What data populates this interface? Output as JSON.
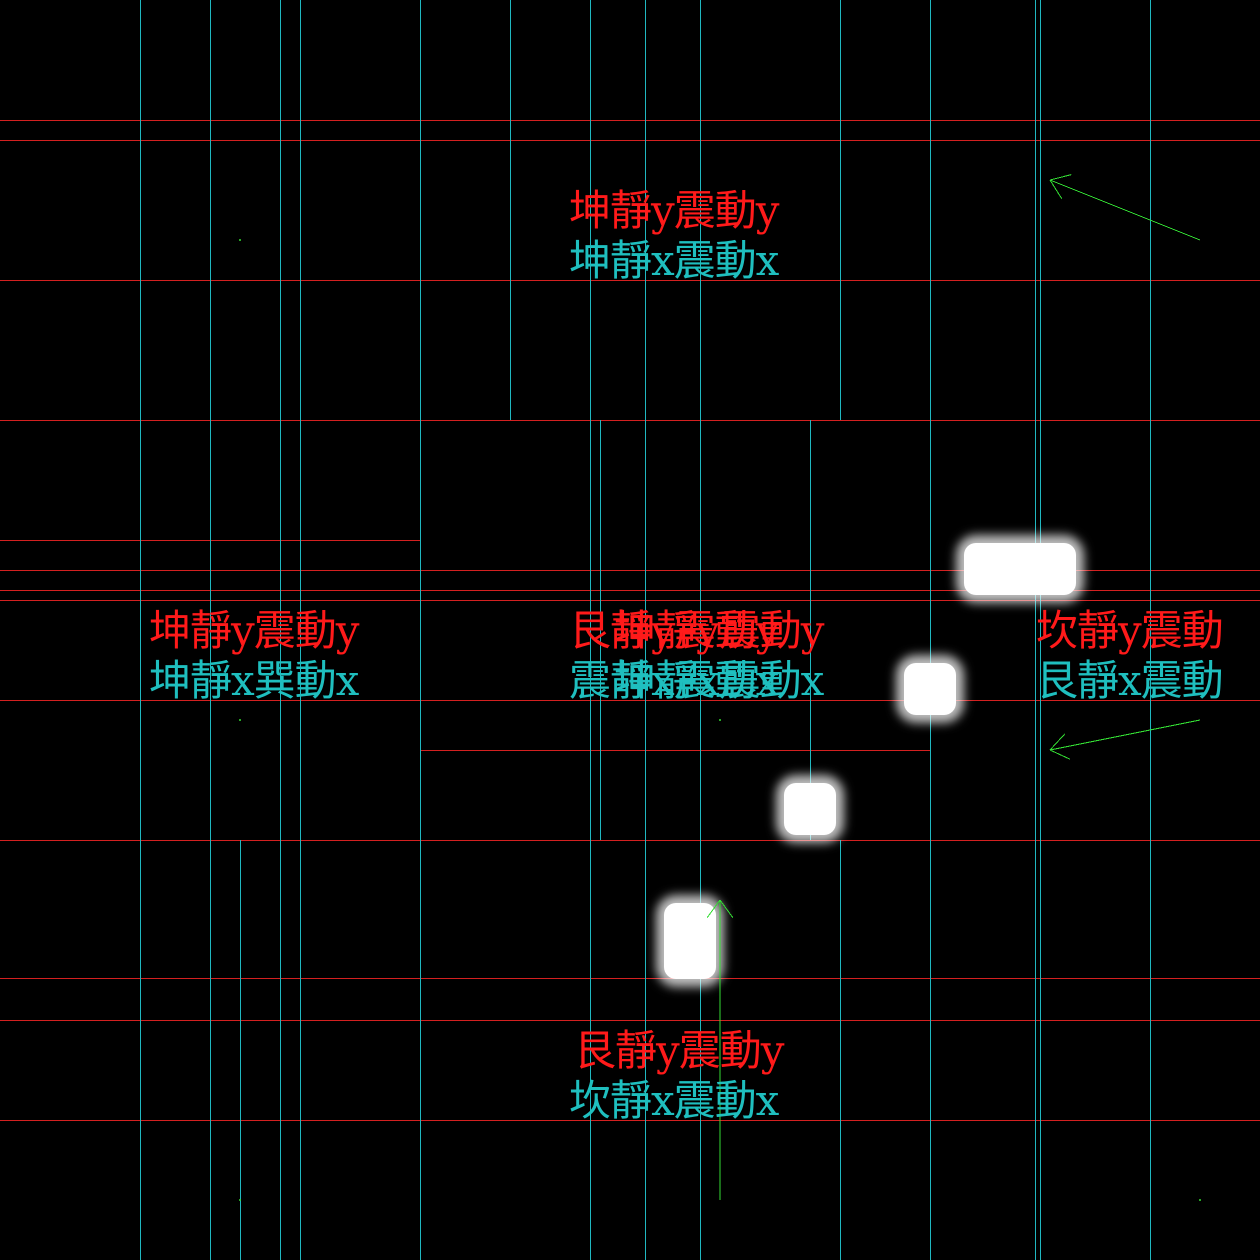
{
  "colors": {
    "background": "#000000",
    "y_grid": "#d42020",
    "x_grid": "#20b8c0",
    "arrow": "#33dd33",
    "label_y": "#ff1a1a",
    "label_x": "#1fbfbf",
    "blob": "#ffffff"
  },
  "nodes": [
    {
      "id": "top",
      "y_label": "坤靜y震動y",
      "x_label": "坤靜x震動x"
    },
    {
      "id": "left",
      "y_label": "坤靜y震動y",
      "x_label": "坤靜x巽動x"
    },
    {
      "id": "center",
      "y_label": "艮靜y震動y",
      "x_label": "震靜x震動x"
    },
    {
      "id": "right",
      "y_label": "坎靜y震動",
      "x_label": "艮靜x震動"
    },
    {
      "id": "bottom",
      "y_label": "艮靜y震動y",
      "x_label": "坎靜x震動x"
    }
  ]
}
